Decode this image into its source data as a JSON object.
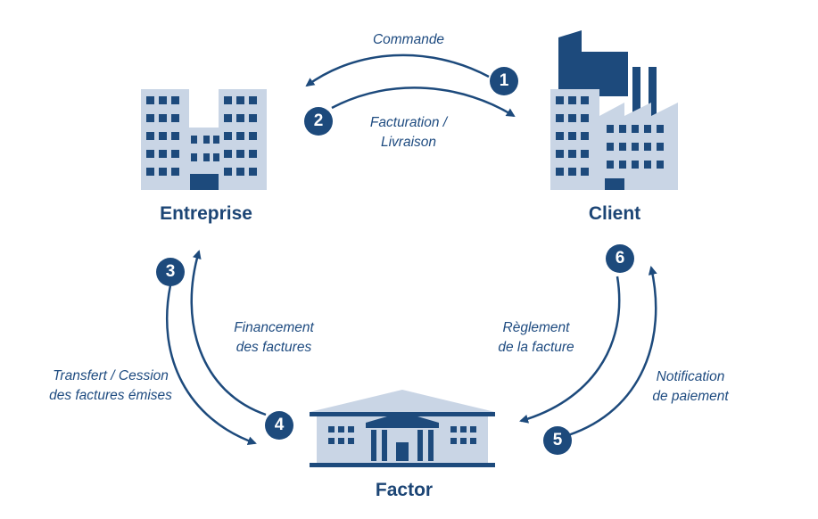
{
  "nodes": {
    "entreprise": "Entreprise",
    "client": "Client",
    "factor": "Factor"
  },
  "steps": [
    {
      "num": "1",
      "label": "Commande"
    },
    {
      "num": "2",
      "label_line1": "Facturation /",
      "label_line2": "Livraison"
    },
    {
      "num": "3",
      "label_line1": "Transfert / Cession",
      "label_line2": "des factures émises"
    },
    {
      "num": "4",
      "label_line1": "Financement",
      "label_line2": "des factures"
    },
    {
      "num": "5",
      "label_line1": "Notification",
      "label_line2": "de paiement"
    },
    {
      "num": "6",
      "label_line1": "Règlement",
      "label_line2": "de la facture"
    }
  ],
  "colors": {
    "dark": "#1d4a7c",
    "light": "#c9d5e5",
    "text": "#1e4b80"
  }
}
